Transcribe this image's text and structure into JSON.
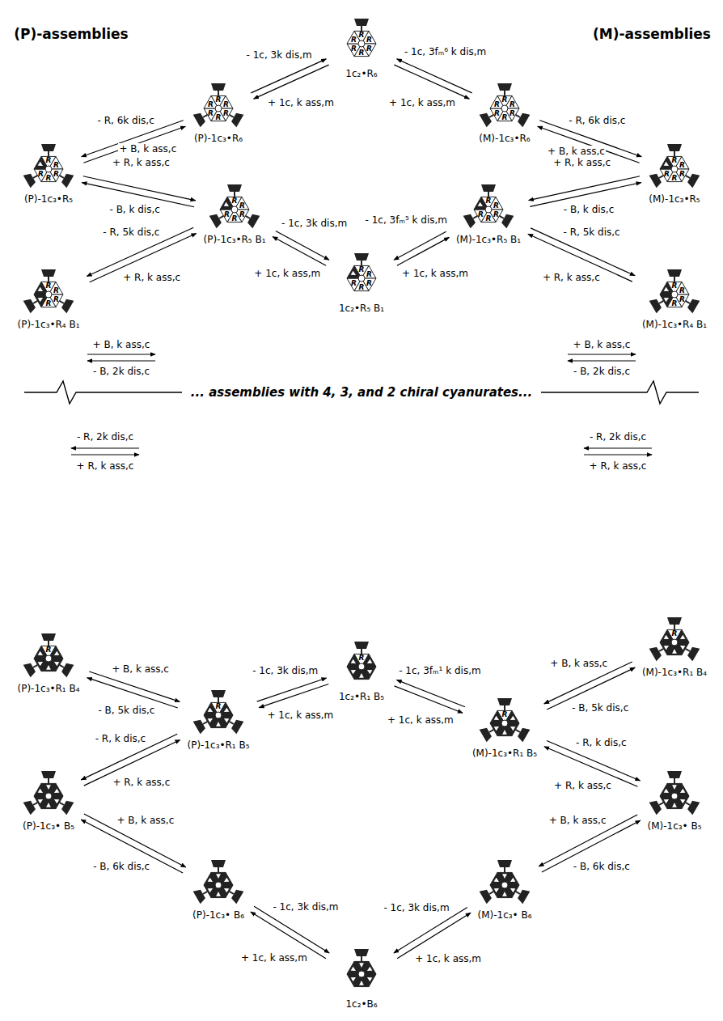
{
  "diagram": {
    "nodes": [
      {
        "text": [
          "1c₂•R₆",
          "R",
          "R",
          "R",
          "R",
          "R",
          "R"
        ]
      },
      {
        "text": [
          "(P)-1c₃•R₆",
          "R",
          "R",
          "R",
          "R",
          "R",
          "R"
        ]
      },
      {
        "text": [
          "(M)-1c₃•R₆",
          "R",
          "R",
          "R",
          "R",
          "R",
          "R"
        ]
      },
      {
        "text": [
          "(P)-1c₃•R₅",
          "R",
          "R",
          "R",
          "R",
          "R"
        ]
      },
      {
        "text": [
          "(P)-1c₃•R₅ B₁",
          "R",
          "R",
          "R",
          "R",
          "R"
        ]
      },
      {
        "text": [
          "(M)-1c₃•R₅ B₁",
          "R",
          "R",
          "R",
          "R",
          "R"
        ]
      },
      {
        "text": [
          "(M)-1c₃•R₅",
          "R",
          "R",
          "R",
          "R",
          "R"
        ]
      },
      {
        "text": [
          "1c₂•R₅ B₁",
          "R",
          "R",
          "R",
          "R",
          "R"
        ]
      },
      {
        "text": [
          "(P)-1c₃•R₄ B₁",
          "R",
          "R",
          "R",
          "R"
        ]
      },
      {
        "text": [
          "(M)-1c₃•R₄ B₁",
          "R",
          "R",
          "R",
          "R"
        ]
      },
      {
        "text": [
          "1c₂•R₁ B₅",
          "R"
        ]
      },
      {
        "text": [
          "(M)-1c₃•R₁ B₄",
          "R"
        ]
      },
      {
        "text": [
          "(P)-1c₃•R₁ B₄",
          "R"
        ]
      },
      {
        "text": [
          "(P)-1c₃•R₁ B₅",
          "R"
        ]
      },
      {
        "text": [
          "(M)-1c₃•R₁ B₅",
          "R"
        ]
      },
      {
        "text": [
          "(P)-1c₃• B₅"
        ]
      },
      {
        "text": [
          "(M)-1c₃• B₅"
        ]
      },
      {
        "text": [
          "(P)-1c₃• B₆"
        ]
      },
      {
        "text": [
          "(M)-1c₃• B₆"
        ]
      },
      {
        "text": [
          "1c₂•B₆"
        ]
      }
    ],
    "edges": [
      {
        "from": 1,
        "to": 0,
        "label": "- 1c, 3k dis,m",
        "arrow": "to"
      },
      {
        "from": 0,
        "to": 1,
        "label": "+ 1c, k ass,m",
        "arrow": "to"
      },
      {
        "from": 2,
        "to": 0,
        "label": "- 1c, 3fₘ⁶ k dis,m",
        "arrow": "to"
      },
      {
        "from": 0,
        "to": 2,
        "label": "+ 1c, k ass,m",
        "arrow": "to"
      },
      {
        "from": 1,
        "to": 3,
        "label": "- R, 6k dis,c",
        "arrow": "to"
      },
      {
        "from": 3,
        "to": 1,
        "label": "+ R, k ass,c",
        "arrow": "to"
      },
      {
        "from": 2,
        "to": 6,
        "label": "- R, 6k dis,c",
        "arrow": "to"
      },
      {
        "from": 6,
        "to": 2,
        "label": "+ R, k ass,c",
        "arrow": "to"
      },
      {
        "from": 3,
        "to": 4,
        "label": "+ B, k ass,c",
        "arrow": "to"
      },
      {
        "from": 4,
        "to": 3,
        "label": "- B, k dis,c",
        "arrow": "to"
      },
      {
        "from": 6,
        "to": 5,
        "label": "+ B, k ass,c",
        "arrow": "to"
      },
      {
        "from": 5,
        "to": 6,
        "label": "- B, k dis,c",
        "arrow": "to"
      },
      {
        "from": 4,
        "to": 7,
        "label": "- 1c, 3k dis,m",
        "arrow": "to"
      },
      {
        "from": 7,
        "to": 4,
        "label": "+ 1c, k ass,m",
        "arrow": "to"
      },
      {
        "from": 5,
        "to": 7,
        "label": "- 1c, 3fₘ⁵ k dis,m",
        "arrow": "to"
      },
      {
        "from": 7,
        "to": 5,
        "label": "+ 1c, k ass,m",
        "arrow": "to"
      },
      {
        "from": 4,
        "to": 8,
        "label": "- R, 5k dis,c",
        "arrow": "to"
      },
      {
        "from": 8,
        "to": 4,
        "label": "+ R, k ass,c",
        "arrow": "to"
      },
      {
        "from": 5,
        "to": 9,
        "label": "- R, 5k dis,c",
        "arrow": "to"
      },
      {
        "from": 9,
        "to": 5,
        "label": "+ R, k ass,c",
        "arrow": "to"
      },
      {
        "from": 13,
        "to": 10,
        "label": "- 1c, 3k dis,m",
        "arrow": "to"
      },
      {
        "from": 10,
        "to": 13,
        "label": "+ 1c, k ass,m",
        "arrow": "to"
      },
      {
        "from": 14,
        "to": 10,
        "label": "- 1c, 3fₘ¹ k dis,m",
        "arrow": "to"
      },
      {
        "from": 10,
        "to": 14,
        "label": "+ 1c, k ass,m",
        "arrow": "to"
      },
      {
        "from": 12,
        "to": 13,
        "label": "+ B, k ass,c",
        "arrow": "to"
      },
      {
        "from": 13,
        "to": 12,
        "label": "- B, 5k dis,c",
        "arrow": "to"
      },
      {
        "from": 11,
        "to": 14,
        "label": "+ B, k ass,c",
        "arrow": "to"
      },
      {
        "from": 14,
        "to": 11,
        "label": "- B, 5k dis,c",
        "arrow": "to"
      },
      {
        "from": 13,
        "to": 15,
        "label": "- R, k dis,c",
        "arrow": "to"
      },
      {
        "from": 15,
        "to": 13,
        "label": "+ R, k ass,c",
        "arrow": "to"
      },
      {
        "from": 14,
        "to": 16,
        "label": "- R, k dis,c",
        "arrow": "to"
      },
      {
        "from": 16,
        "to": 14,
        "label": "+ R, k ass,c",
        "arrow": "to"
      },
      {
        "from": 15,
        "to": 17,
        "label": "+ B, k ass,c",
        "arrow": "to"
      },
      {
        "from": 17,
        "to": 15,
        "label": "- B, 6k dis,c",
        "arrow": "to"
      },
      {
        "from": 16,
        "to": 18,
        "label": "+ B, k ass,c",
        "arrow": "to"
      },
      {
        "from": 18,
        "to": 16,
        "label": "- B, 6k dis,c",
        "arrow": "to"
      },
      {
        "from": 17,
        "to": 19,
        "label": "- 1c, 3k dis,m",
        "arrow": "to"
      },
      {
        "from": 19,
        "to": 17,
        "label": "+ 1c, k ass,m",
        "arrow": "to"
      },
      {
        "from": 18,
        "to": 19,
        "label": "- 1c, 3k dis,m",
        "arrow": "to"
      },
      {
        "from": 19,
        "to": 18,
        "label": "+ 1c, k ass,m",
        "arrow": "to"
      }
    ],
    "labels": [
      "(P)-assemblies",
      "(M)-assemblies",
      "+ B, k ass,c",
      "- B, 2k dis,c",
      "+ B, k ass,c",
      "- B, 2k dis,c",
      "... assemblies with 4, 3, and 2 chiral cyanurates...",
      "- R, 2k dis,c",
      "+ R, k ass,c",
      "- R, 2k dis,c",
      "+ R, k ass,c"
    ]
  }
}
